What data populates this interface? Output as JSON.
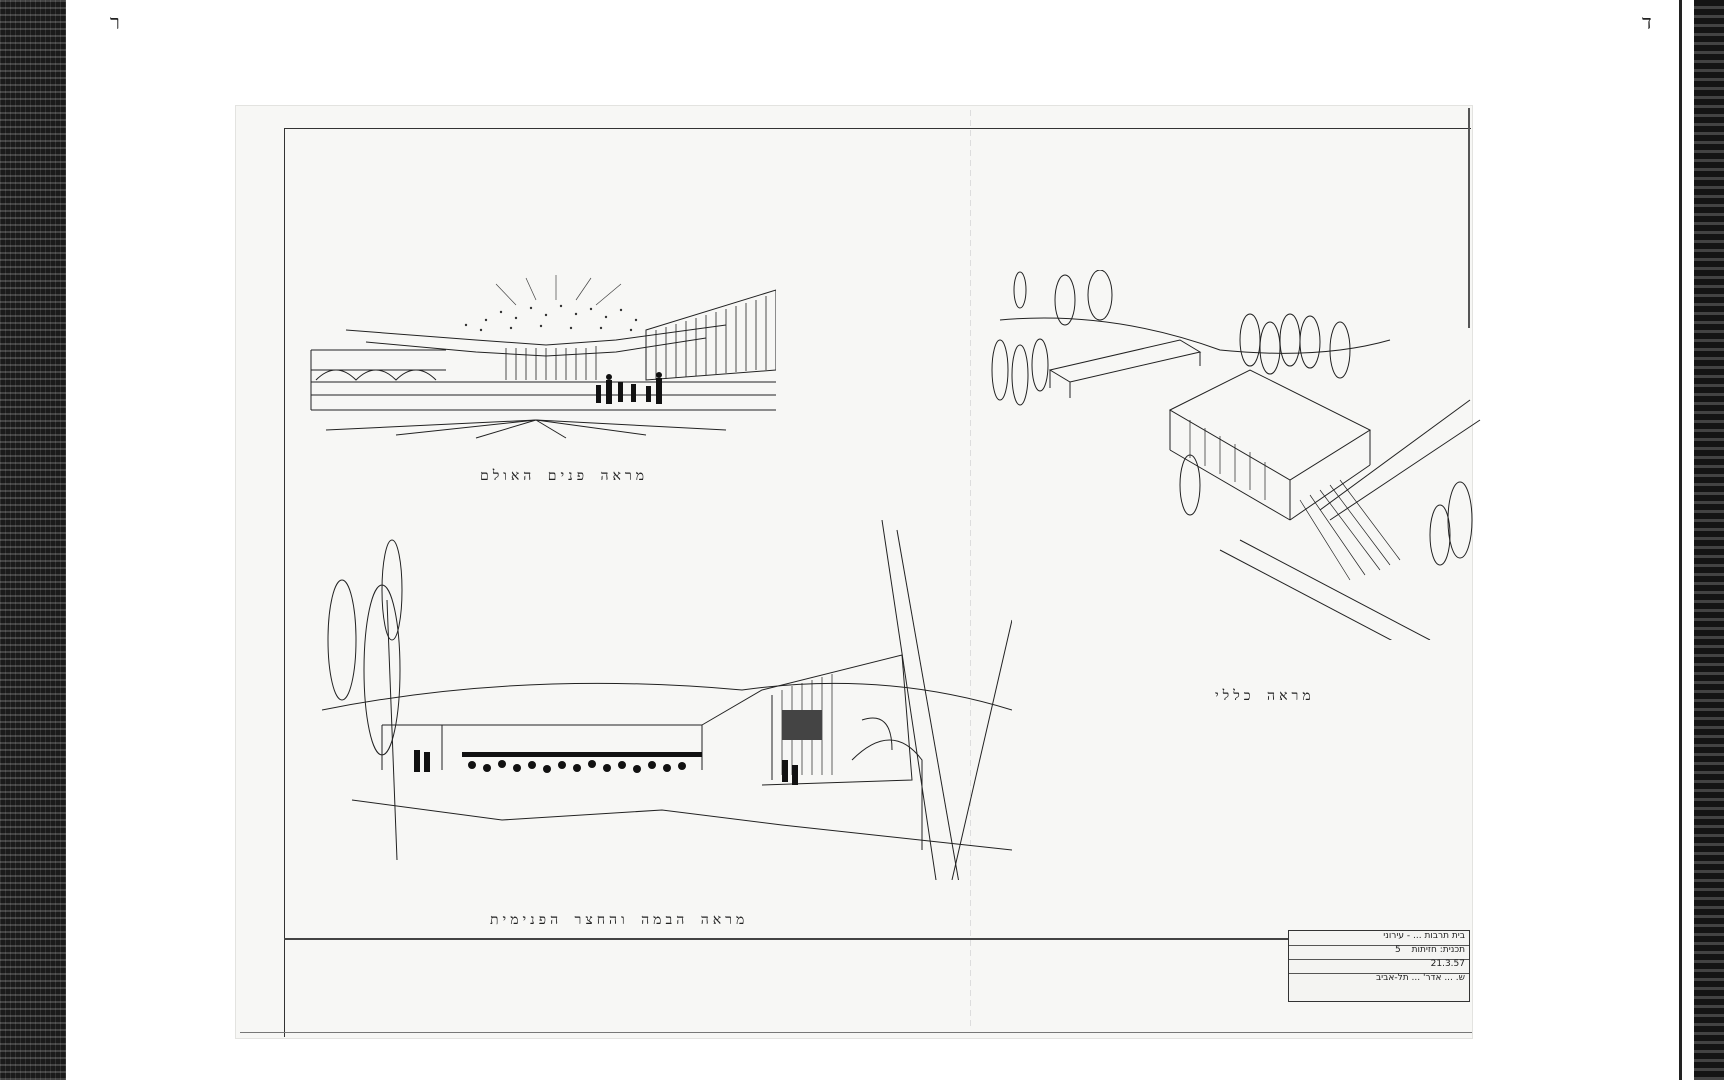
{
  "page_marks": {
    "left": "ר",
    "right": "ד"
  },
  "captions": {
    "interior": "מראה פנים האולם",
    "general": "מראה כללי",
    "stage": "מראה הבמה והחצר הפנימית"
  },
  "title_block": {
    "row1": "בית תרבות ... - עירוני",
    "row2": "תכנית: חזיתות",
    "row2_num": "5",
    "row3_date": "21.3.57",
    "row4": "ש. ... אדר' ... תל-אביב"
  }
}
